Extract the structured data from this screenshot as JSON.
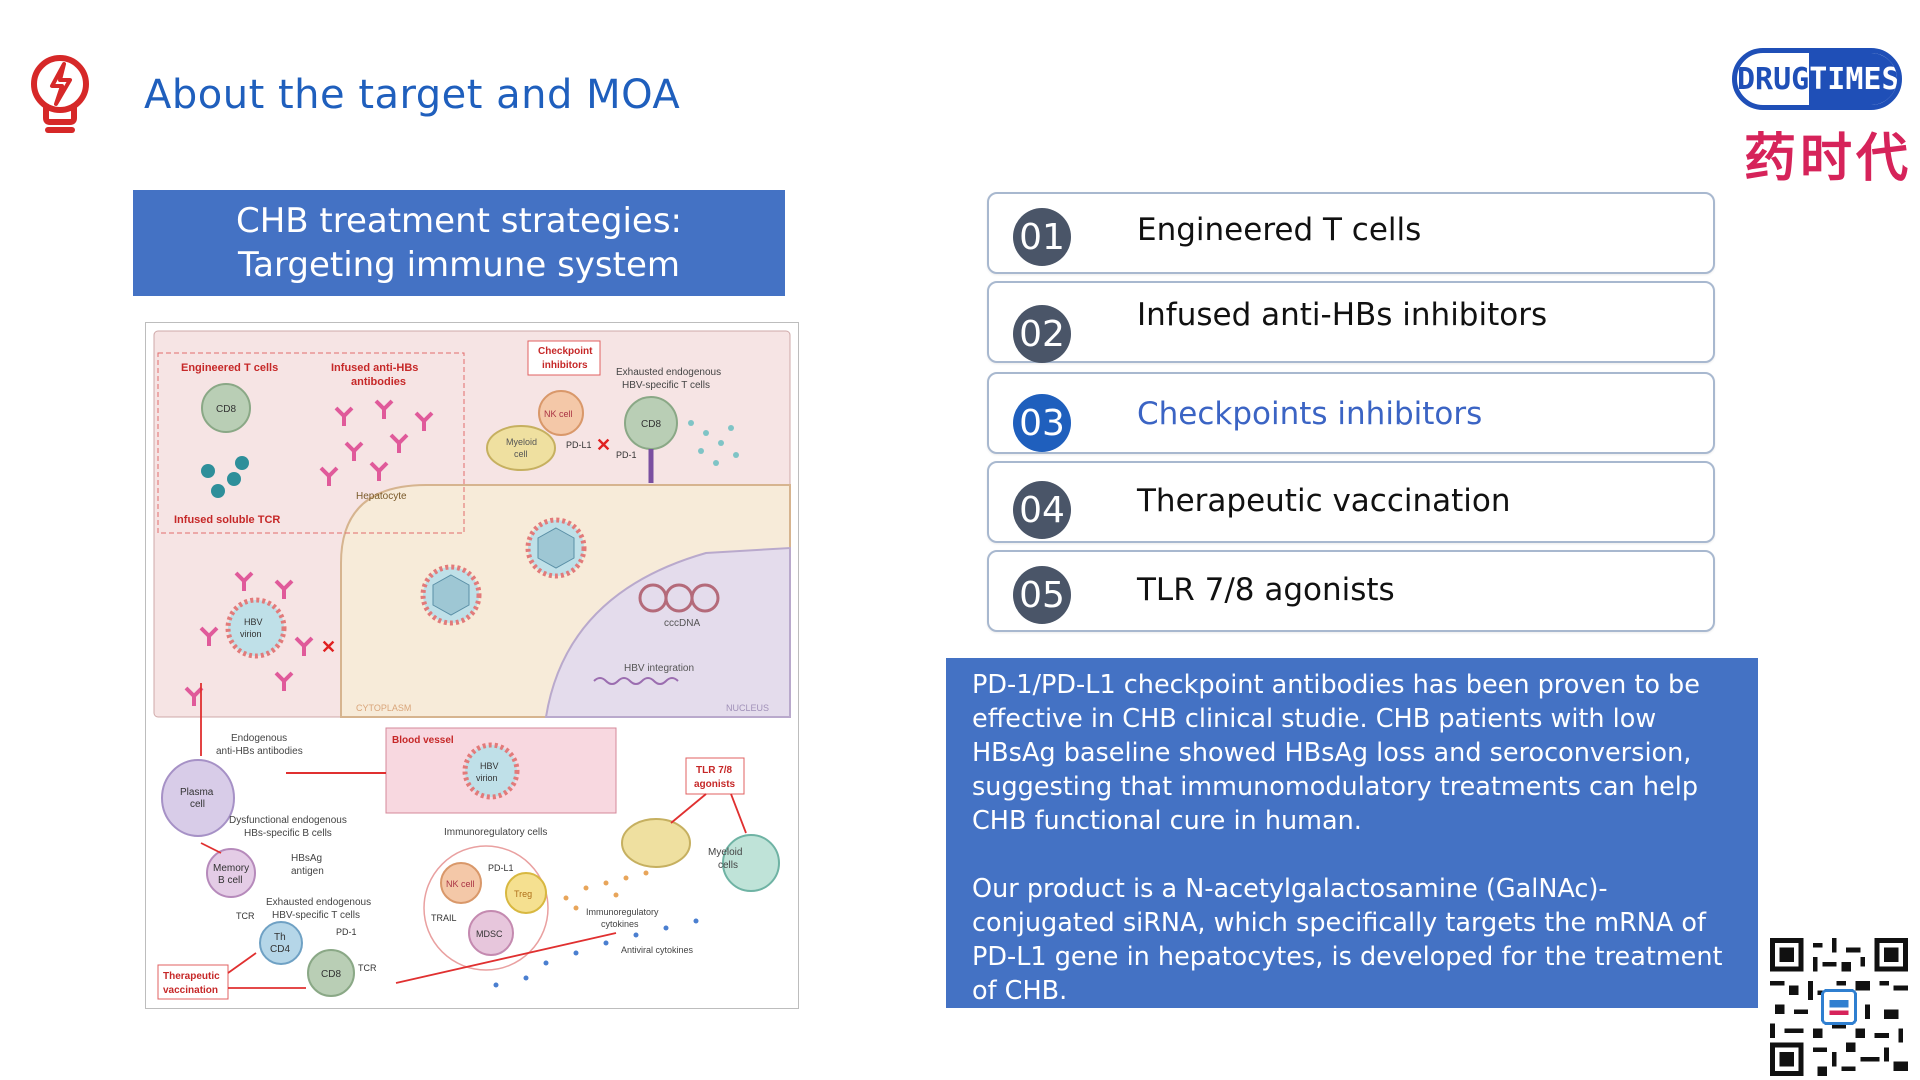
{
  "header": {
    "title": "About the target and MOA",
    "icon": "lightbulb-lightning-icon"
  },
  "logo": {
    "left_text": "DRUG",
    "right_text": "TIMES",
    "chinese_text": "药时代",
    "colors": {
      "blue": "#1f4fb7",
      "red": "#d6235a"
    }
  },
  "banner": {
    "line1": "CHB treatment strategies:",
    "line2": "Targeting immune system"
  },
  "figure": {
    "labels": {
      "engineered_t_cells": "Engineered T cells",
      "infused_anti_hbs_1": "Infused anti-HBs",
      "infused_anti_hbs_2": "antibodies",
      "infused_soluble_tcr": "Infused soluble TCR",
      "cd8": "CD8",
      "checkpoint_1": "Checkpoint",
      "checkpoint_2": "inhibitors",
      "exhausted_1": "Exhausted endogenous",
      "exhausted_2": "HBV-specific T cells",
      "nk_cell": "NK cell",
      "myeloid_1": "Myeloid",
      "myeloid_2": "cell",
      "pd_l1": "PD-L1",
      "pd_1": "PD-1",
      "hepatocyte": "Hepatocyte",
      "hbv_1": "HBV",
      "hbv_2": "virion",
      "cccdna": "cccDNA",
      "hbv_integration": "HBV integration",
      "cytoplasm": "CYTOPLASM",
      "nucleus": "NUCLEUS",
      "endogenous_1": "Endogenous",
      "endogenous_2": "anti-HBs antibodies",
      "blood_vessel": "Blood vessel",
      "plasma_1": "Plasma",
      "plasma_2": "cell",
      "dysfunctional_1": "Dysfunctional endogenous",
      "dysfunctional_2": "HBs-specific B cells",
      "tlr_1": "TLR 7/8",
      "tlr_2": "agonists",
      "myeloid_cells_1": "Myeloid",
      "myeloid_cells_2": "cells",
      "immunoregulatory_cells": "Immunoregulatory cells",
      "hbsag_1": "HBsAg",
      "hbsag_2": "antigen",
      "memory_1": "Memory",
      "memory_2": "B cell",
      "treg": "Treg",
      "trail": "TRAIL",
      "mdsc": "MDSC",
      "immunoregulatory_cytokines_1": "Immunoregulatory",
      "immunoregulatory_cytokines_2": "cytokines",
      "antiviral_cytokines": "Antiviral cytokines",
      "tcr": "TCR",
      "th_1": "Th",
      "th_2": "CD4",
      "therapeutic_1": "Therapeutic",
      "therapeutic_2": "vaccination"
    }
  },
  "strategies": [
    {
      "num": "01",
      "label": "Engineered T cells",
      "active": false
    },
    {
      "num": "02",
      "label": "Infused anti-HBs inhibitors",
      "active": false
    },
    {
      "num": "03",
      "label": "Checkpoints inhibitors",
      "active": true
    },
    {
      "num": "04",
      "label": "Therapeutic vaccination",
      "active": false
    },
    {
      "num": "05",
      "label": "TLR 7/8 agonists",
      "active": false
    }
  ],
  "description": {
    "paragraph1": "PD-1/PD-L1 checkpoint antibodies has been proven to be effective in CHB clinical studie. CHB patients with low HBsAg baseline showed HBsAg loss and seroconversion, suggesting that immunomodulatory treatments can help CHB functional cure in human.",
    "paragraph2": "Our product is a N-acetylgalactosamine (GalNAc)-conjugated siRNA, which specifically targets the mRNA of PD-L1 gene in hepatocytes, is developed for the treatment of CHB."
  },
  "colors": {
    "title_blue": "#1f5fbd",
    "banner_blue": "#4472c4",
    "number_gray": "#4a5568",
    "icon_red": "#d62828"
  },
  "qr": {
    "icon": "qr-code-icon"
  }
}
